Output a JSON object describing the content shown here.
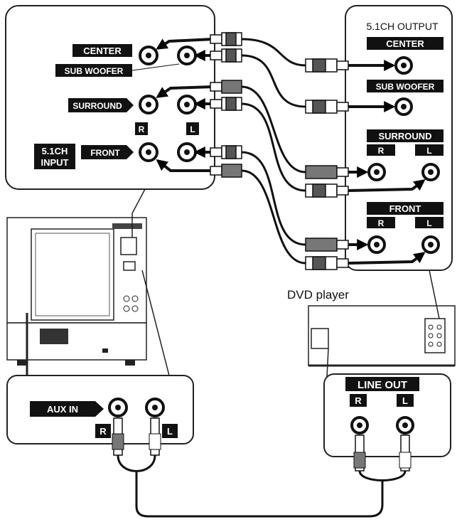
{
  "receiver_panel": {
    "center": "CENTER",
    "sub_woofer": "SUB WOOFER",
    "surround": "SURROUND",
    "r": "R",
    "l": "L",
    "input_line1": "5.1CH",
    "input_line2": "INPUT",
    "front": "FRONT"
  },
  "output_panel": {
    "title": "5.1CH OUTPUT",
    "center": "CENTER",
    "sub_woofer": "SUB WOOFER",
    "surround": "SURROUND",
    "surround_r": "R",
    "surround_l": "L",
    "front": "FRONT",
    "front_r": "R",
    "front_l": "L"
  },
  "dvd_label": "DVD player",
  "aux_panel": {
    "aux_in": "AUX IN",
    "r": "R",
    "l": "L"
  },
  "line_out_panel": {
    "title": "LINE OUT",
    "r": "R",
    "l": "L"
  }
}
